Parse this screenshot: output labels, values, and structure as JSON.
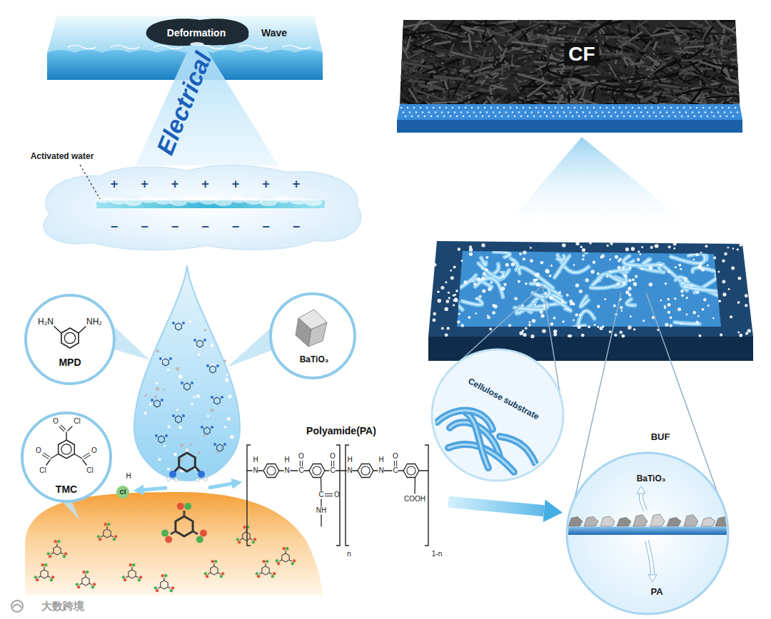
{
  "diagram": {
    "nodes": [
      {
        "text": [
          "Deformation",
          "Wave"
        ]
      },
      {
        "text": [
          "Electrical"
        ]
      },
      {
        "text": [
          "Activated water",
          "+",
          "+",
          "+",
          "+",
          "+",
          "+",
          "+",
          "−",
          "−",
          "−",
          "−",
          "−",
          "−",
          "−"
        ]
      },
      {
        "text": [
          "H₂N",
          "NH₂",
          "MPD"
        ]
      },
      {
        "text": [
          "BaTiO₃"
        ]
      },
      {
        "text": [
          "O",
          "Cl",
          "O",
          "Cl",
          "O",
          "Cl",
          "TMC"
        ]
      },
      {
        "text": [
          "Polyamide(PA)",
          "H",
          "N",
          "H",
          "N",
          "O",
          "C",
          "O",
          "C",
          "C",
          "O",
          "NH",
          "n",
          "H",
          "N",
          "H",
          "N",
          "O",
          "C",
          "COOH",
          "1-n"
        ]
      },
      {
        "text": [
          "CF"
        ]
      },
      {
        "text": [
          "Cellulose substrate"
        ]
      },
      {
        "text": [
          "BUF",
          "BaTiO₃",
          "PA"
        ]
      }
    ],
    "edges": [
      {
        "from": 6,
        "to": 9,
        "arrow": "to"
      }
    ],
    "labels": [
      "H",
      "Cl",
      "大数跨境"
    ]
  }
}
